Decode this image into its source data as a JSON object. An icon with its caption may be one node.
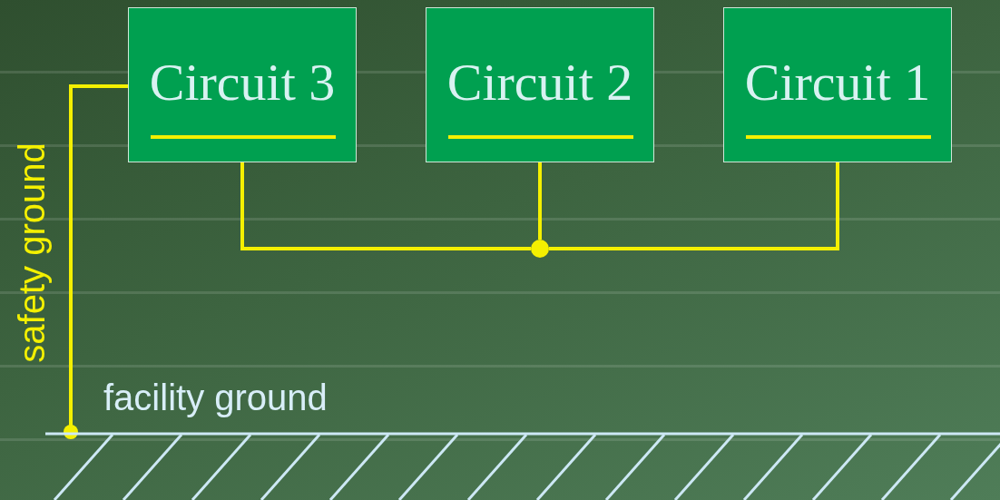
{
  "diagram": {
    "nodes": [
      {
        "text": [
          "Circuit 3"
        ]
      },
      {
        "text": [
          "Circuit 2"
        ]
      },
      {
        "text": [
          "Circuit 1"
        ]
      },
      {
        "text": [],
        "shape": "circle"
      },
      {
        "text": [
          "facility ground"
        ]
      }
    ],
    "edges": [
      {
        "from": 0,
        "to": 3,
        "arrow": "none"
      },
      {
        "from": 1,
        "to": 3,
        "arrow": "none"
      },
      {
        "from": 2,
        "to": 3,
        "arrow": "none"
      },
      {
        "from": 0,
        "to": 4,
        "arrow": "other",
        "label": "safety ground"
      }
    ]
  }
}
